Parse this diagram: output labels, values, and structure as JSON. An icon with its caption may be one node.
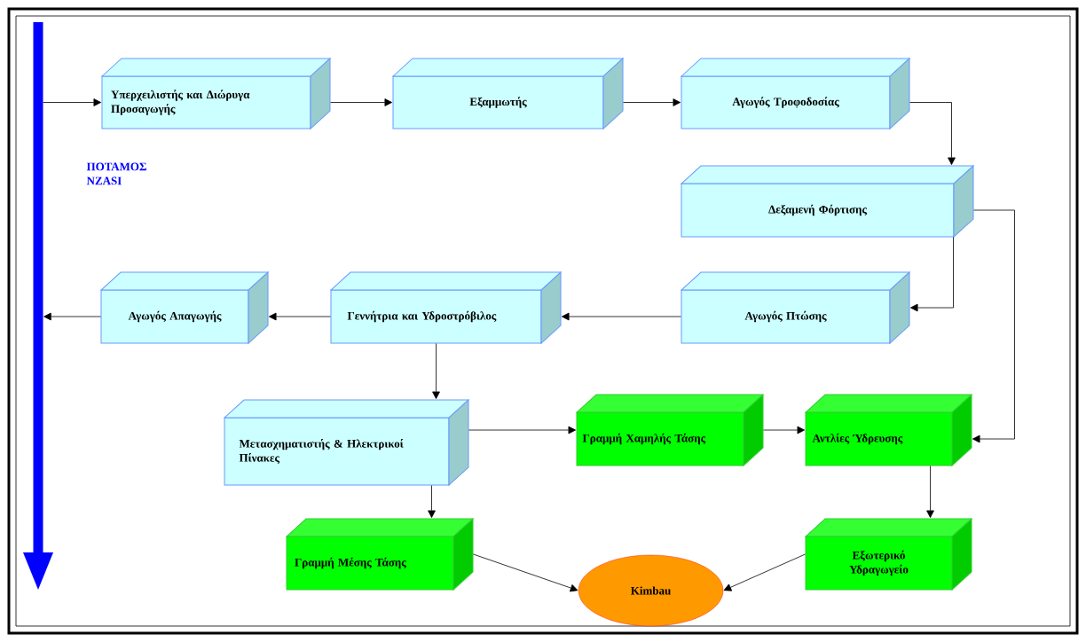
{
  "diagram": {
    "nodes": [
      {
        "text": [],
        "shape": "arrow",
        "beside": [
          "ΠΟΤΑΜΟΣ ΝΖΑSI"
        ]
      },
      {
        "text": [
          "Υπερχειλιστής και Διώρυγα Προσαγωγής"
        ]
      },
      {
        "text": [
          "Εξαμμωτής"
        ]
      },
      {
        "text": [
          "Αγωγός Τροφοδοσίας"
        ]
      },
      {
        "text": [
          "Δεξαμενή Φόρτισης"
        ]
      },
      {
        "text": [
          "Αγωγός Πτώσης"
        ]
      },
      {
        "text": [
          "Γεννήτρια και Υδροστρόβιλος"
        ]
      },
      {
        "text": [
          "Αγωγός Απαγωγής"
        ]
      },
      {
        "text": [
          "Μετασχηματιστής & Ηλεκτρικοί Πίνακες"
        ]
      },
      {
        "text": [
          "Γραμμή Χαμηλής Τάσης"
        ]
      },
      {
        "text": [
          "Αντλίες Ύδρευσης"
        ]
      },
      {
        "text": [
          "Γραμμή Μέσης Τάσης"
        ]
      },
      {
        "text": [
          "Εξωτερικό Υδραγωγείο"
        ]
      },
      {
        "text": [
          "Kimbau"
        ]
      }
    ],
    "edges": [
      {
        "from": 0,
        "to": 1,
        "arrow": "to"
      },
      {
        "from": 1,
        "to": 2,
        "arrow": "to"
      },
      {
        "from": 2,
        "to": 3,
        "arrow": "to"
      },
      {
        "from": 3,
        "to": 4,
        "arrow": "to"
      },
      {
        "from": 4,
        "to": 5,
        "arrow": "to"
      },
      {
        "from": 4,
        "to": 10,
        "arrow": "to"
      },
      {
        "from": 5,
        "to": 6,
        "arrow": "to"
      },
      {
        "from": 6,
        "to": 7,
        "arrow": "to"
      },
      {
        "from": 7,
        "to": 0,
        "arrow": "to"
      },
      {
        "from": 6,
        "to": 8,
        "arrow": "to"
      },
      {
        "from": 8,
        "to": 9,
        "arrow": "to"
      },
      {
        "from": 9,
        "to": 10,
        "arrow": "to"
      },
      {
        "from": 8,
        "to": 11,
        "arrow": "to"
      },
      {
        "from": 10,
        "to": 12,
        "arrow": "to"
      },
      {
        "from": 11,
        "to": 13,
        "arrow": "to"
      },
      {
        "from": 12,
        "to": 13,
        "arrow": "to"
      }
    ]
  }
}
